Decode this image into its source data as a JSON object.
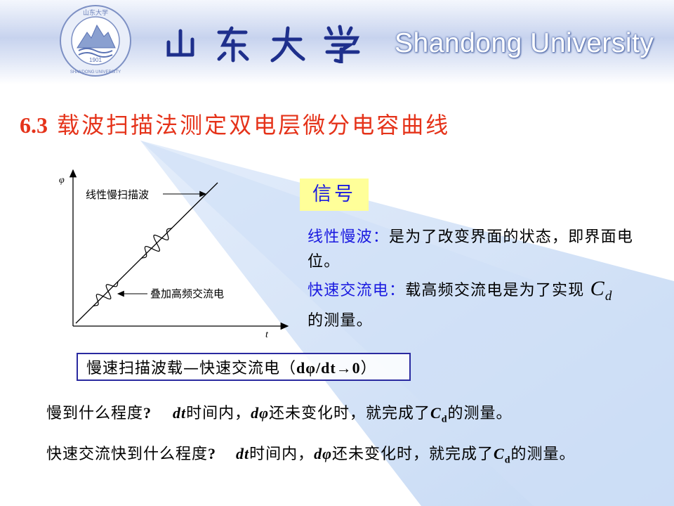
{
  "header": {
    "university_en": "Shandong University",
    "logo_text_top": "山东大学",
    "logo_text_bottom": "SHANDONG UNIVERSITY",
    "logo_year": "1901"
  },
  "title": {
    "number": "6.3",
    "text": "载波扫描法测定双电层微分电容曲线"
  },
  "diagram": {
    "y_axis_label": "φ",
    "x_axis_label": "t",
    "annotation_sweep": "线性慢扫描波",
    "annotation_ac": "叠加高频交流电"
  },
  "signal_box": "信号",
  "paragraph1": {
    "term": "线性慢波",
    "colon": "：",
    "text": "是为了改变界面的状态，即界面电位。"
  },
  "paragraph2": {
    "term": "快速交流电",
    "colon": "：",
    "text": "载高频交流电是为了实现",
    "symbol": "C",
    "subscript": "d",
    "tail": "的测量。"
  },
  "framed": {
    "text": "慢速扫描波载—快速交流电（",
    "formula": "dφ/dt→0",
    "close": "）"
  },
  "q1": {
    "question": "慢到什么程度",
    "qmark": "?",
    "a_dt": "dt",
    "a_mid1": "时间内，",
    "a_dphi": "dφ",
    "a_mid2": "还未变化时，就完成了",
    "a_C": "C",
    "a_sub": "d",
    "a_tail": "的测量。"
  },
  "q2": {
    "question": "快速交流快到什么程度",
    "qmark": "?",
    "a_dt": "dt",
    "a_mid1": "时间内，",
    "a_dphi": "dφ",
    "a_mid2": "还未变化时，就完成了",
    "a_C": "C",
    "a_sub": "d",
    "a_tail": "的测量。"
  },
  "colors": {
    "title": "#e5331a",
    "accent_blue": "#1a1ae0",
    "highlight_yellow": "#ffff99",
    "ray_blue": "#c9dcf6"
  }
}
